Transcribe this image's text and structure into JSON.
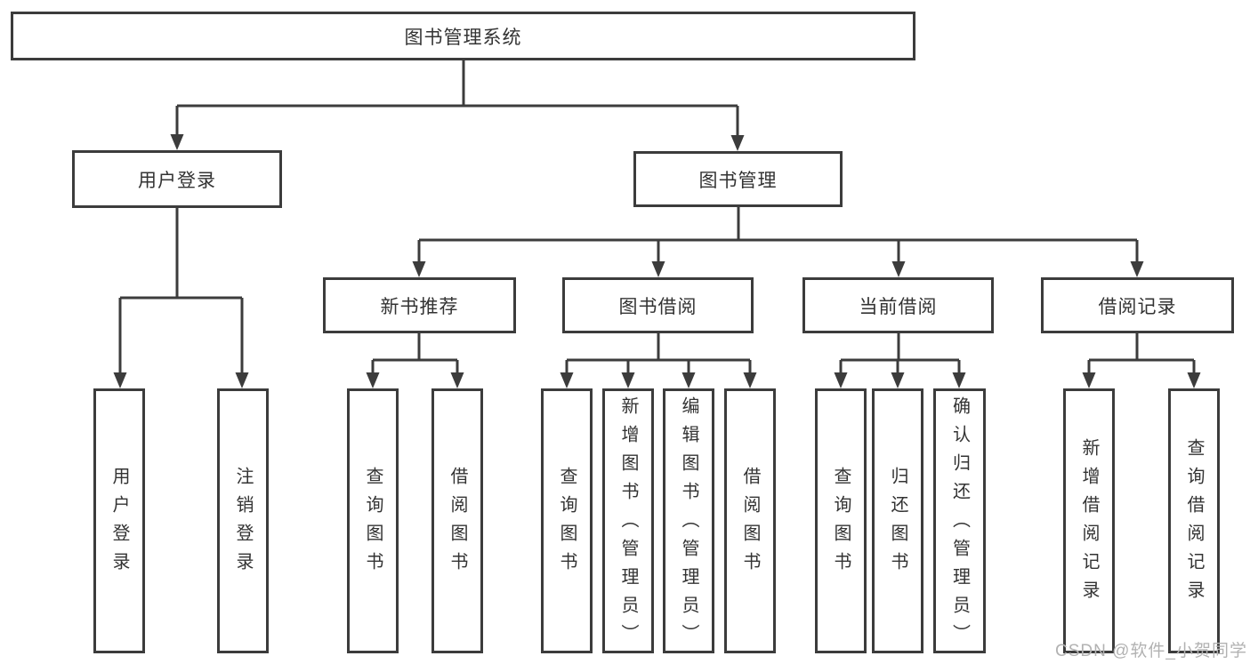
{
  "tree": {
    "root": {
      "label": "图书管理系统"
    },
    "branches": [
      {
        "label": "用户登录",
        "children": [
          {
            "label": "用户登录"
          },
          {
            "label": "注销登录"
          }
        ]
      },
      {
        "label": "图书管理",
        "children": [
          {
            "label": "新书推荐",
            "children": [
              {
                "label": "查询图书"
              },
              {
                "label": "借阅图书"
              }
            ]
          },
          {
            "label": "图书借阅",
            "children": [
              {
                "label": "查询图书"
              },
              {
                "label": "新增图书（管理员）"
              },
              {
                "label": "编辑图书（管理员）"
              },
              {
                "label": "借阅图书"
              }
            ]
          },
          {
            "label": "当前借阅",
            "children": [
              {
                "label": "查询图书"
              },
              {
                "label": "归还图书"
              },
              {
                "label": "确认归还（管理员）"
              }
            ]
          },
          {
            "label": "借阅记录",
            "children": [
              {
                "label": "新增借阅记录"
              },
              {
                "label": "查询借阅记录"
              }
            ]
          }
        ]
      }
    ]
  },
  "watermark": {
    "text": "CSDN @软件_小贺同学"
  },
  "colors": {
    "line": "#3c3c3c",
    "box_border": "#3c3c3c",
    "text": "#333333",
    "background": "#ffffff",
    "watermark": "#b2b2b2"
  }
}
